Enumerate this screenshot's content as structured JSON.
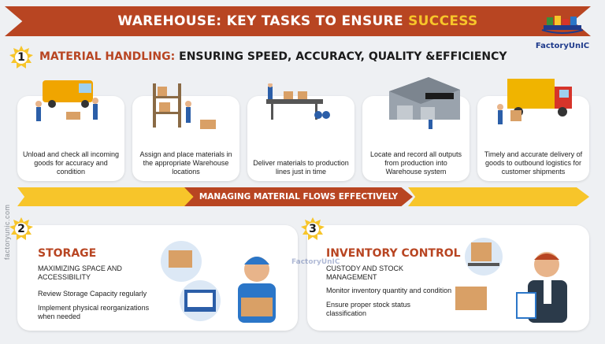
{
  "header": {
    "title_main": "WAREHOUSE: KEY TASKS TO ENSURE ",
    "title_highlight": "SUCCESS"
  },
  "logo": {
    "text": "FactoryUnIC"
  },
  "section1": {
    "number": "1",
    "heading_highlight": "MATERIAL HANDLING:",
    "heading_rest": " ENSURING SPEED, ACCURACY, QUALITY &EFFICIENCY",
    "cards": [
      {
        "text": "Unload and check all incoming  goods for accuracy and condition",
        "icon": "delivery-van-icon"
      },
      {
        "text": "Assign and place materials in the appropriate Warehouse locations",
        "icon": "storage-rack-icon"
      },
      {
        "text": "Deliver materials to production lines just in time",
        "icon": "conveyor-icon"
      },
      {
        "text": "Locate and record all outputs from production into Warehouse system",
        "icon": "warehouse-building-icon"
      },
      {
        "text": "Timely and accurate delivery of goods to outbound logistics for customer shipments",
        "icon": "truck-icon"
      }
    ]
  },
  "flow_banner": {
    "label": "MANAGING MATERIAL FLOWS EFFECTIVELY"
  },
  "section2": {
    "number": "2",
    "title": "STORAGE",
    "subtitle": "MAXIMIZING SPACE AND ACCESSIBILITY",
    "items": [
      "Review Storage Capacity regularly",
      "Implement physical reorganizations when needed"
    ]
  },
  "section3": {
    "number": "3",
    "title": "INVENTORY CONTROL",
    "subtitle": "CUSTODY AND STOCK MANAGEMENT",
    "items": [
      "Monitor inventory quantity and condition",
      "Ensure proper stock status classification"
    ]
  },
  "watermark": {
    "text": "FactoryUnIC"
  },
  "sidebar": {
    "url": "factoryunic.com"
  },
  "colors": {
    "accent": "#b84522",
    "highlight": "#f7c52a",
    "background": "#eef0f3"
  }
}
